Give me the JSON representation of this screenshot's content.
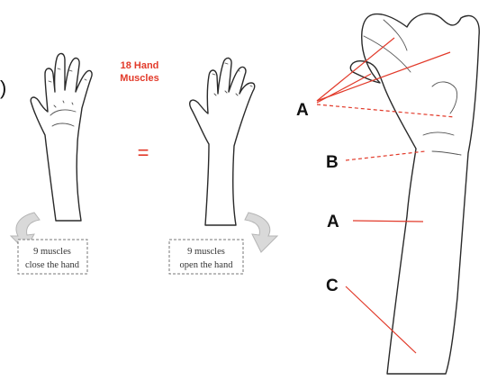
{
  "header": {
    "title_line1": "18 Hand",
    "title_line2": "Muscles",
    "equals": "="
  },
  "left_panel": {
    "left_box_line1": "9 muscles",
    "left_box_line2": "close the hand",
    "right_box_line1": "9 muscles",
    "right_box_line2": "open the hand",
    "edge_glyph": ")"
  },
  "right_panel": {
    "labels": {
      "a_top": "A",
      "b": "B",
      "a_mid": "A",
      "c": "C"
    }
  },
  "colors": {
    "accent_red": "#e23a2a",
    "outline": "#2a2a2a",
    "arrow_gray": "#d9d9d9"
  }
}
